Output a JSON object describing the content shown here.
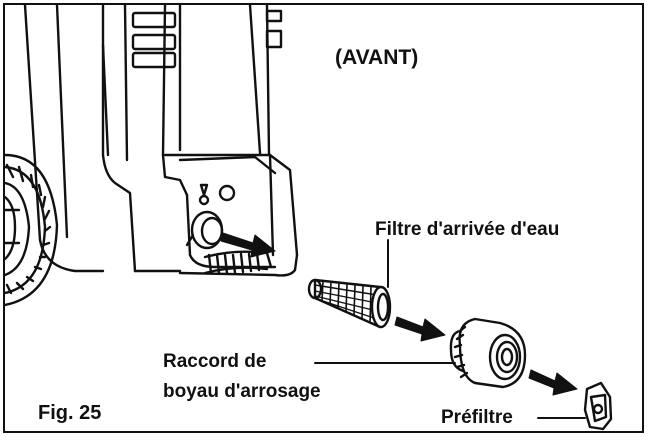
{
  "labels": {
    "front": "(AVANT)",
    "inlet_filter": "Filtre d'arrivée d'eau",
    "hose_coupler_line1": "Raccord de",
    "hose_coupler_line2": "boyau d'arrosage",
    "prefilter": "Préfiltre",
    "figure": "Fig. 25"
  }
}
